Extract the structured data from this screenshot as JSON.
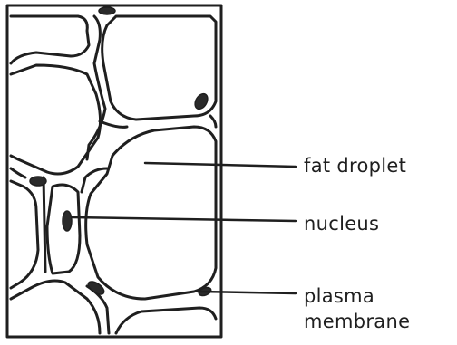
{
  "diagram": {
    "labels": {
      "fat_droplet": "fat droplet",
      "nucleus": "nucleus",
      "plasma_membrane_line1": "plasma",
      "plasma_membrane_line2": "membrane"
    },
    "colors": {
      "ink": "#1f1f1f",
      "background": "#ffffff"
    }
  }
}
